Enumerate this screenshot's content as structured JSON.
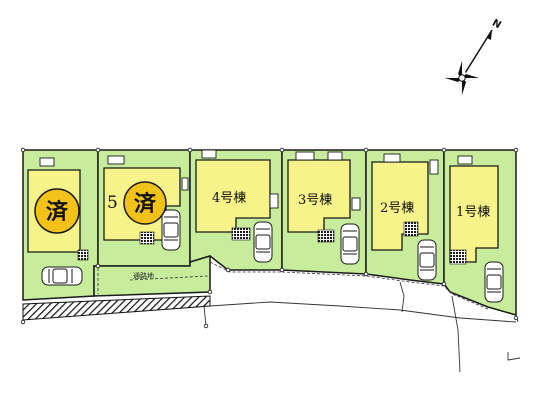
{
  "north": {
    "label": "N"
  },
  "road": {
    "label": "通路地"
  },
  "lots": [
    {
      "id": "sold-left",
      "label": "",
      "sold_mark": "済",
      "status": "sold"
    },
    {
      "id": "lot-5",
      "label": "5",
      "sold_mark": "済",
      "status": "sold"
    },
    {
      "id": "lot-4",
      "label": "4号棟",
      "sold_mark": "",
      "status": "available"
    },
    {
      "id": "lot-3",
      "label": "3号棟",
      "sold_mark": "",
      "status": "available"
    },
    {
      "id": "lot-2",
      "label": "2号棟",
      "sold_mark": "",
      "status": "available"
    },
    {
      "id": "lot-1",
      "label": "1号棟",
      "sold_mark": "",
      "status": "available"
    }
  ],
  "colors": {
    "lot_green": "#c6ec9c",
    "house_yellow": "#f6f38a",
    "sold_circle": "#f2c21a",
    "outline": "#1a1a1a"
  }
}
